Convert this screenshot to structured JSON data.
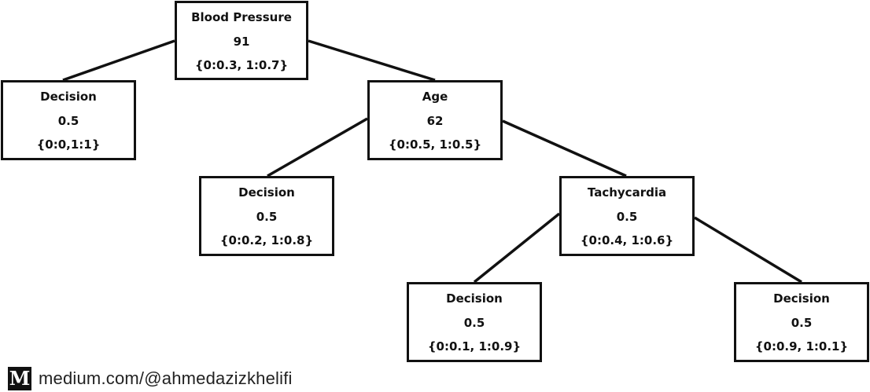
{
  "tree": {
    "root": {
      "label": "Blood Pressure",
      "value": "91",
      "distribution": "{0:0.3, 1:0.7}"
    },
    "root_left": {
      "label": "Decision",
      "value": "0.5",
      "distribution": "{0:0,1:1}"
    },
    "root_right": {
      "label": "Age",
      "value": "62",
      "distribution": "{0:0.5, 1:0.5}"
    },
    "age_left": {
      "label": "Decision",
      "value": "0.5",
      "distribution": "{0:0.2, 1:0.8}"
    },
    "age_right": {
      "label": "Tachycardia",
      "value": "0.5",
      "distribution": "{0:0.4, 1:0.6}"
    },
    "tachy_left": {
      "label": "Decision",
      "value": "0.5",
      "distribution": "{0:0.1, 1:0.9}"
    },
    "tachy_right": {
      "label": "Decision",
      "value": "0.5",
      "distribution": "{0:0.9, 1:0.1}"
    }
  },
  "footer": {
    "logo_letter": "M",
    "text": "medium.com/@ahmedazizkhelifi"
  },
  "colors": {
    "stroke": "#111111",
    "background": "#ffffff"
  }
}
